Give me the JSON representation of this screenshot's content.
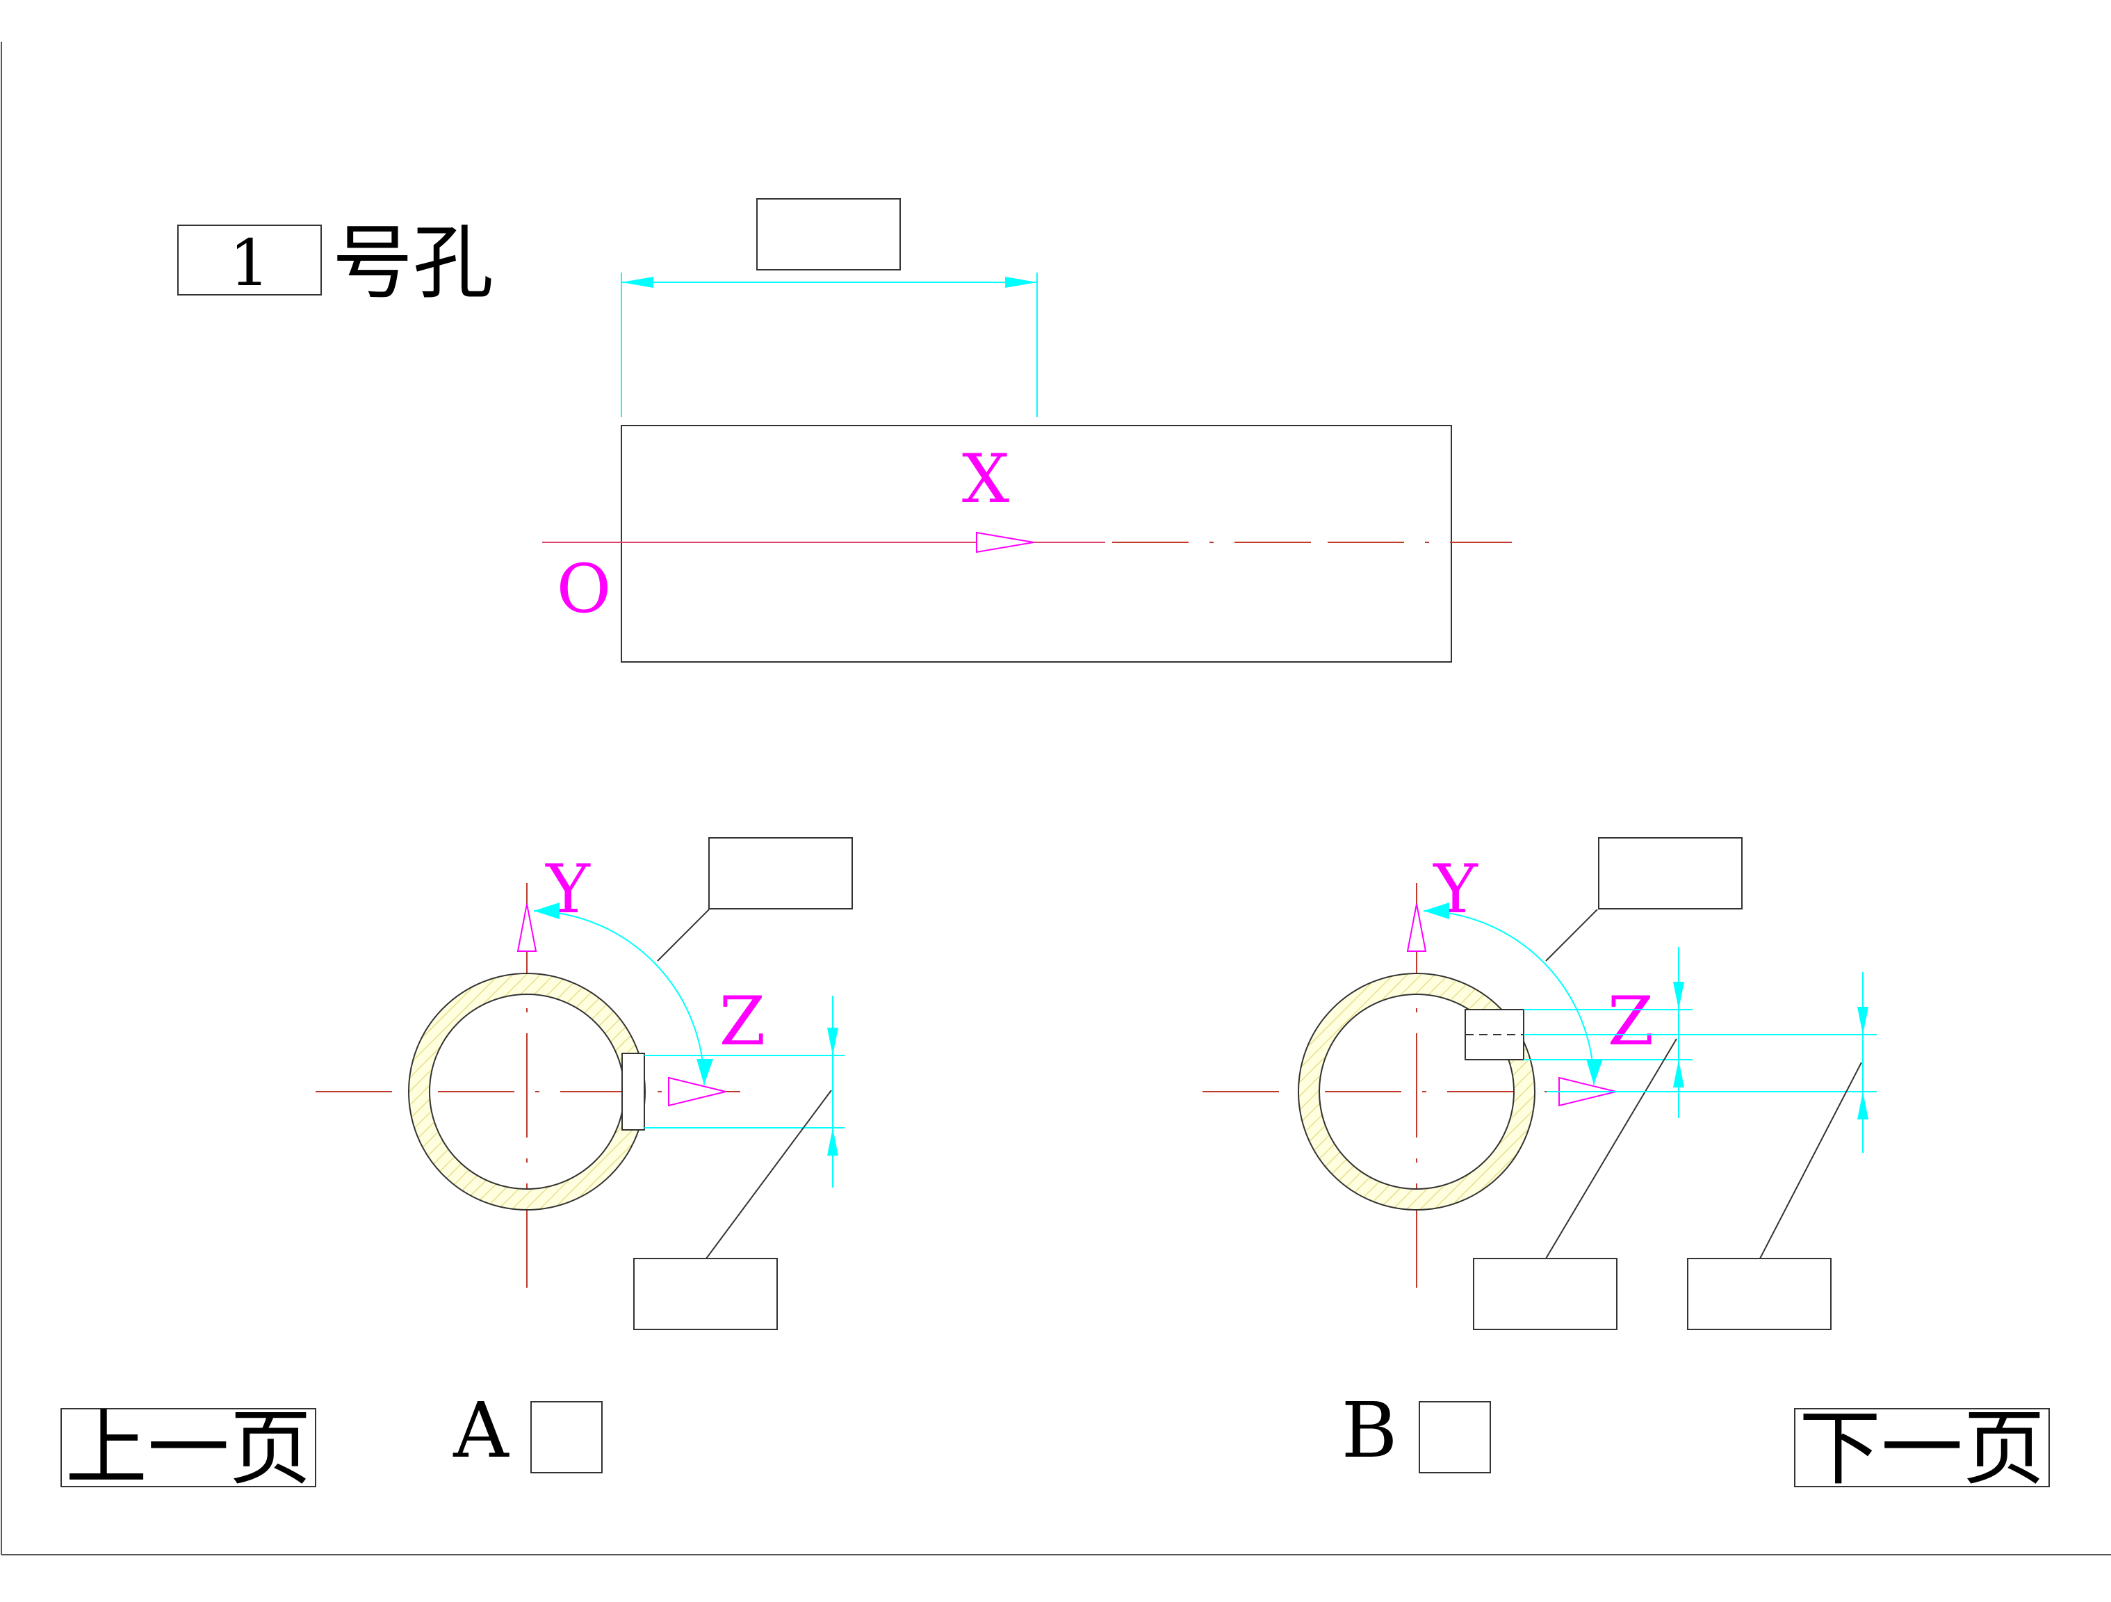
{
  "hole_selector": {
    "value": "1",
    "suffix": "号孔"
  },
  "axes": {
    "x": "X",
    "y": "Y",
    "z": "Z",
    "origin": "O"
  },
  "views": {
    "a_label": "A",
    "b_label": "B"
  },
  "navigation": {
    "prev_label": "上一页",
    "next_label": "下一页"
  },
  "colors": {
    "dimension": "#00ffff",
    "axis": "#ff00ff",
    "centerline": "#c0392b",
    "outline": "#333333",
    "hatch": "#ffffcc"
  }
}
